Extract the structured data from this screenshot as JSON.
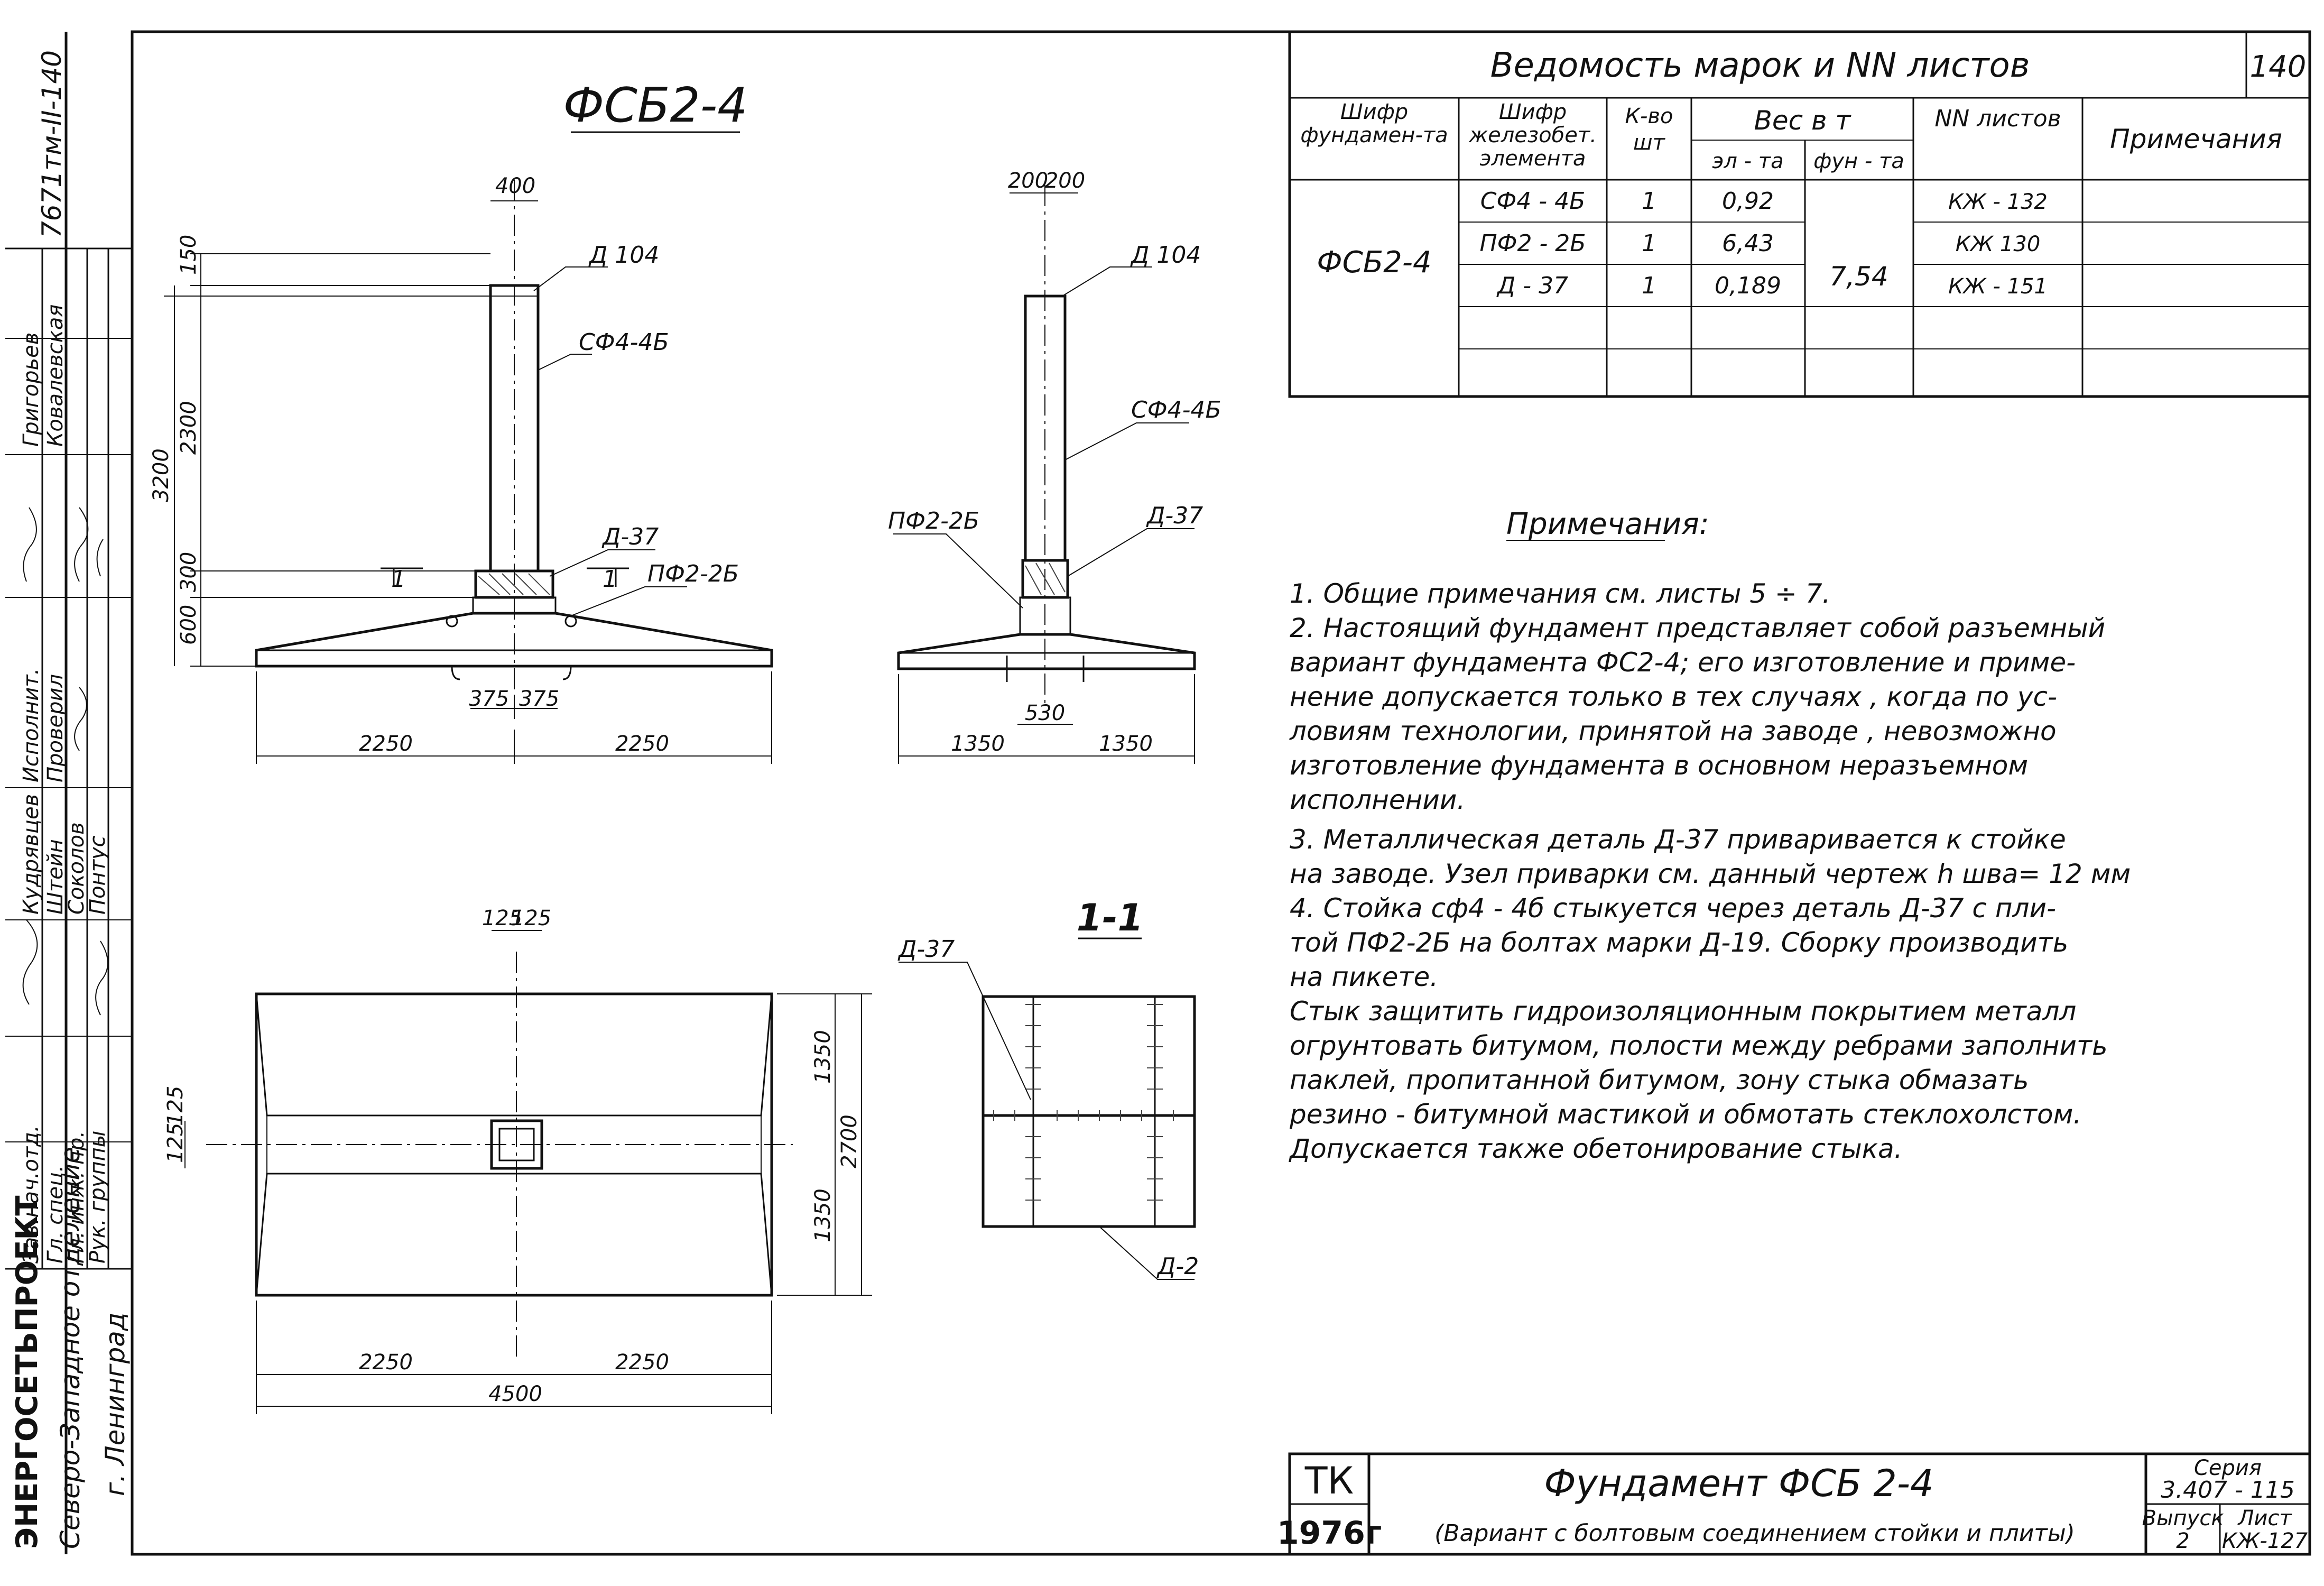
{
  "drawing": {
    "title": "ФСБ2-4",
    "front_view": {
      "dims": [
        "400",
        "150",
        "2300",
        "3200",
        "300",
        "600",
        "375",
        "375",
        "2250",
        "2250"
      ],
      "labels": [
        "Д 104",
        "СФ4-4Б",
        "Д-37",
        "ПФ2-2Б",
        "1",
        "1"
      ]
    },
    "side_view": {
      "dims": [
        "200",
        "200",
        "530",
        "1350",
        "1350"
      ],
      "labels": [
        "Д 104",
        "СФ4-4Б",
        "ПФ2-2Б",
        "Д-37"
      ]
    },
    "plan_view": {
      "dims": [
        "125",
        "125",
        "125",
        "125",
        "1350",
        "2700",
        "1350",
        "2250",
        "2250",
        "4500"
      ]
    },
    "section": {
      "title": "1-1",
      "labels": [
        "Д-37",
        "Д-2"
      ]
    }
  },
  "schedule": {
    "title": "Ведомость   марок  и  NN  листов",
    "page_num": "140",
    "headers": {
      "foundation": "Шифр фундамен-та",
      "element": "Шифр железобет. элемента",
      "qty": "К-во шт",
      "weight": "Вес  в  т",
      "weight_el": "эл - та",
      "weight_fnd": "фун - та",
      "sheets": "NN листов",
      "notes": "Примечания"
    },
    "foundation_code": "ФСБ2-4",
    "total_weight": "7,54",
    "rows": [
      {
        "element": "СФ4 - 4Б",
        "qty": "1",
        "weight": "0,92",
        "sheet": "КЖ - 132"
      },
      {
        "element": "ПФ2 - 2Б",
        "qty": "1",
        "weight": "6,43",
        "sheet": "КЖ  130"
      },
      {
        "element": "Д - 37",
        "qty": "1",
        "weight": "0,189",
        "sheet": "КЖ - 151"
      }
    ]
  },
  "notes": {
    "title": "Примечания:",
    "lines": [
      "1. Общие  примечания     см.  листы  5 ÷ 7.",
      "2. Настоящий   фундамент   представляет  собой  разъемный",
      "вариант     фундамента     ФС2-4;  его  изготовление  и  приме-",
      "нение   допускается      только  в  тех  случаях ,  когда  по  ус-",
      "ловиям   технологии,   принятой   на  заводе ,  невозможно",
      "изготовление    фундамента    в  основном    неразъемном",
      "исполнении.",
      "3. Металлическая    деталь    Д-37  приваривается   к  стойке",
      "на  заводе.   Узел   приварки  см.  данный  чертеж  h шва= 12 мм",
      "4. Стойка    сф4 - 4б   стыкуется   через   деталь     Д-37  с  пли-",
      "той   ПФ2-2Б  на  болтах    марки    Д-19.  Сборку   производить",
      "на  пикете.",
      "Стык   защитить   гидроизоляционным   покрытием   металл",
      "огрунтовать  битумом,  полости  между  ребрами  заполнить",
      "паклей,  пропитанной    битумом,  зону   стыка   обмазать",
      "резино - битумной    мастикой    и  обмотать стеклохолстом.",
      "Допускается     также     обетонирование   стыка."
    ]
  },
  "title_block": {
    "tk": "ТК",
    "year": "1976г",
    "title": "Фундамент   ФСБ 2-4",
    "subtitle": "(Вариант  с  болтовым  соединением   стойки   и   плиты)",
    "series_label": "Серия",
    "series": "3.407 - 115",
    "issue_label": "Выпуск",
    "issue": "2",
    "sheet_label": "Лист",
    "sheet": "КЖ-127"
  },
  "side_stamp": {
    "org": "ЭНЕРГОСЕТЬПРОЕКТ",
    "branch": "Северо-Западное отделение",
    "city": "г. Ленинград",
    "doc": "7671тм-II-140",
    "roles": [
      "Зав.нач.отд.",
      "Гл. спец.",
      "Гл. инж. пр.",
      "Рук. группы",
      "Исполнит.",
      "Проверил"
    ],
    "names": [
      "Кудрявцев",
      "Штейн",
      "Соколов",
      "Понтус",
      "Григорьев",
      "Ковалевская"
    ]
  }
}
